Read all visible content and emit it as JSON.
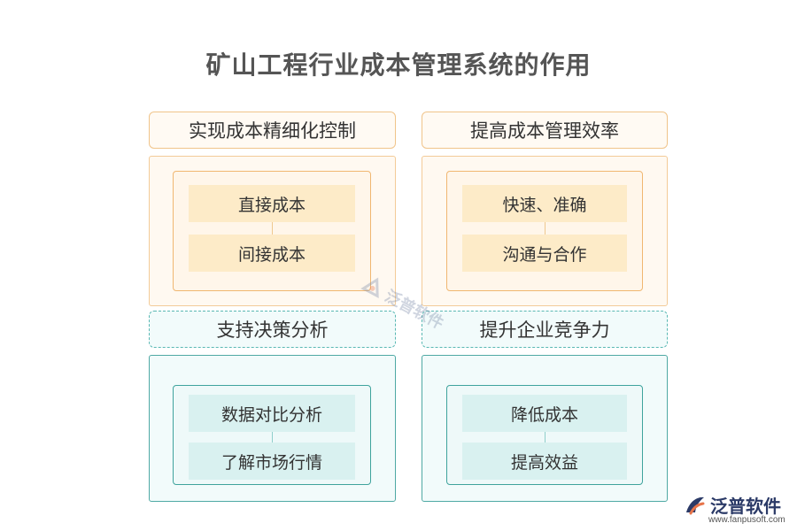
{
  "title": "矿山工程行业成本管理系统的作用",
  "sections": [
    {
      "header": "实现成本精细化控制",
      "items": [
        "直接成本",
        "间接成本"
      ]
    },
    {
      "header": "提高成本管理效率",
      "items": [
        "快速、准确",
        "沟通与合作"
      ]
    },
    {
      "header": "支持决策分析",
      "items": [
        "数据对比分析",
        "了解市场行情"
      ]
    },
    {
      "header": "提升企业竞争力",
      "items": [
        "降低成本",
        "提高效益"
      ]
    }
  ],
  "watermark": {
    "text": "泛普软件"
  },
  "logo": {
    "text": "泛普软件",
    "site": "www.fanpusoft.com"
  },
  "colors": {
    "orange": "#f3cb98",
    "teal": "#4fa9a4"
  }
}
